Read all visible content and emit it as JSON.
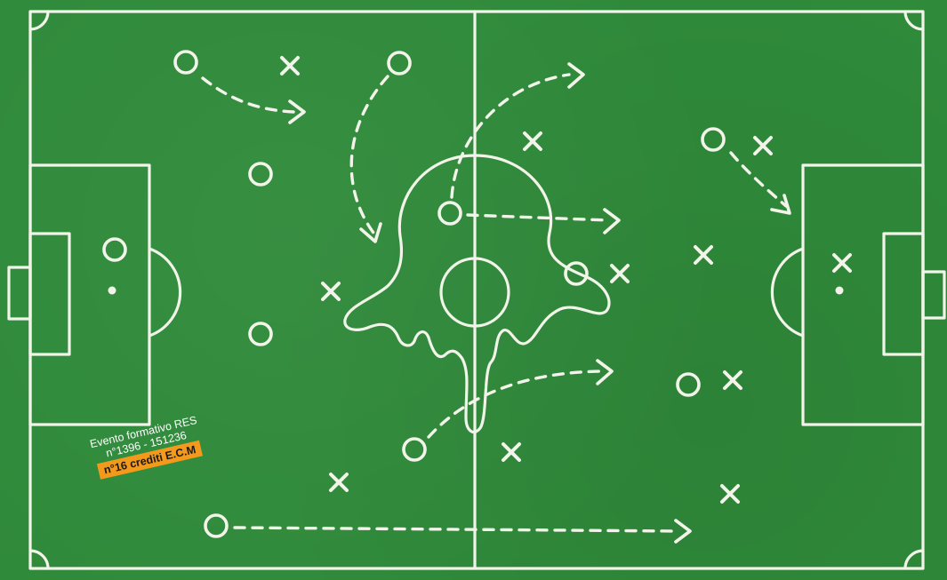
{
  "event": {
    "line1": "Evento formativo RES",
    "line2": "n°1396 - 151236",
    "credits": "n°16 crediti E.C.M"
  },
  "colors": {
    "pitch": "#2f8a3a",
    "chalk": "#f2f4ea",
    "badge": "#f39a1d"
  },
  "icons": {
    "player_circle": "circle-player-icon",
    "player_cross": "cross-player-icon",
    "arrow": "dashed-arrow-icon",
    "mascot": "tentacle-creature-icon"
  }
}
